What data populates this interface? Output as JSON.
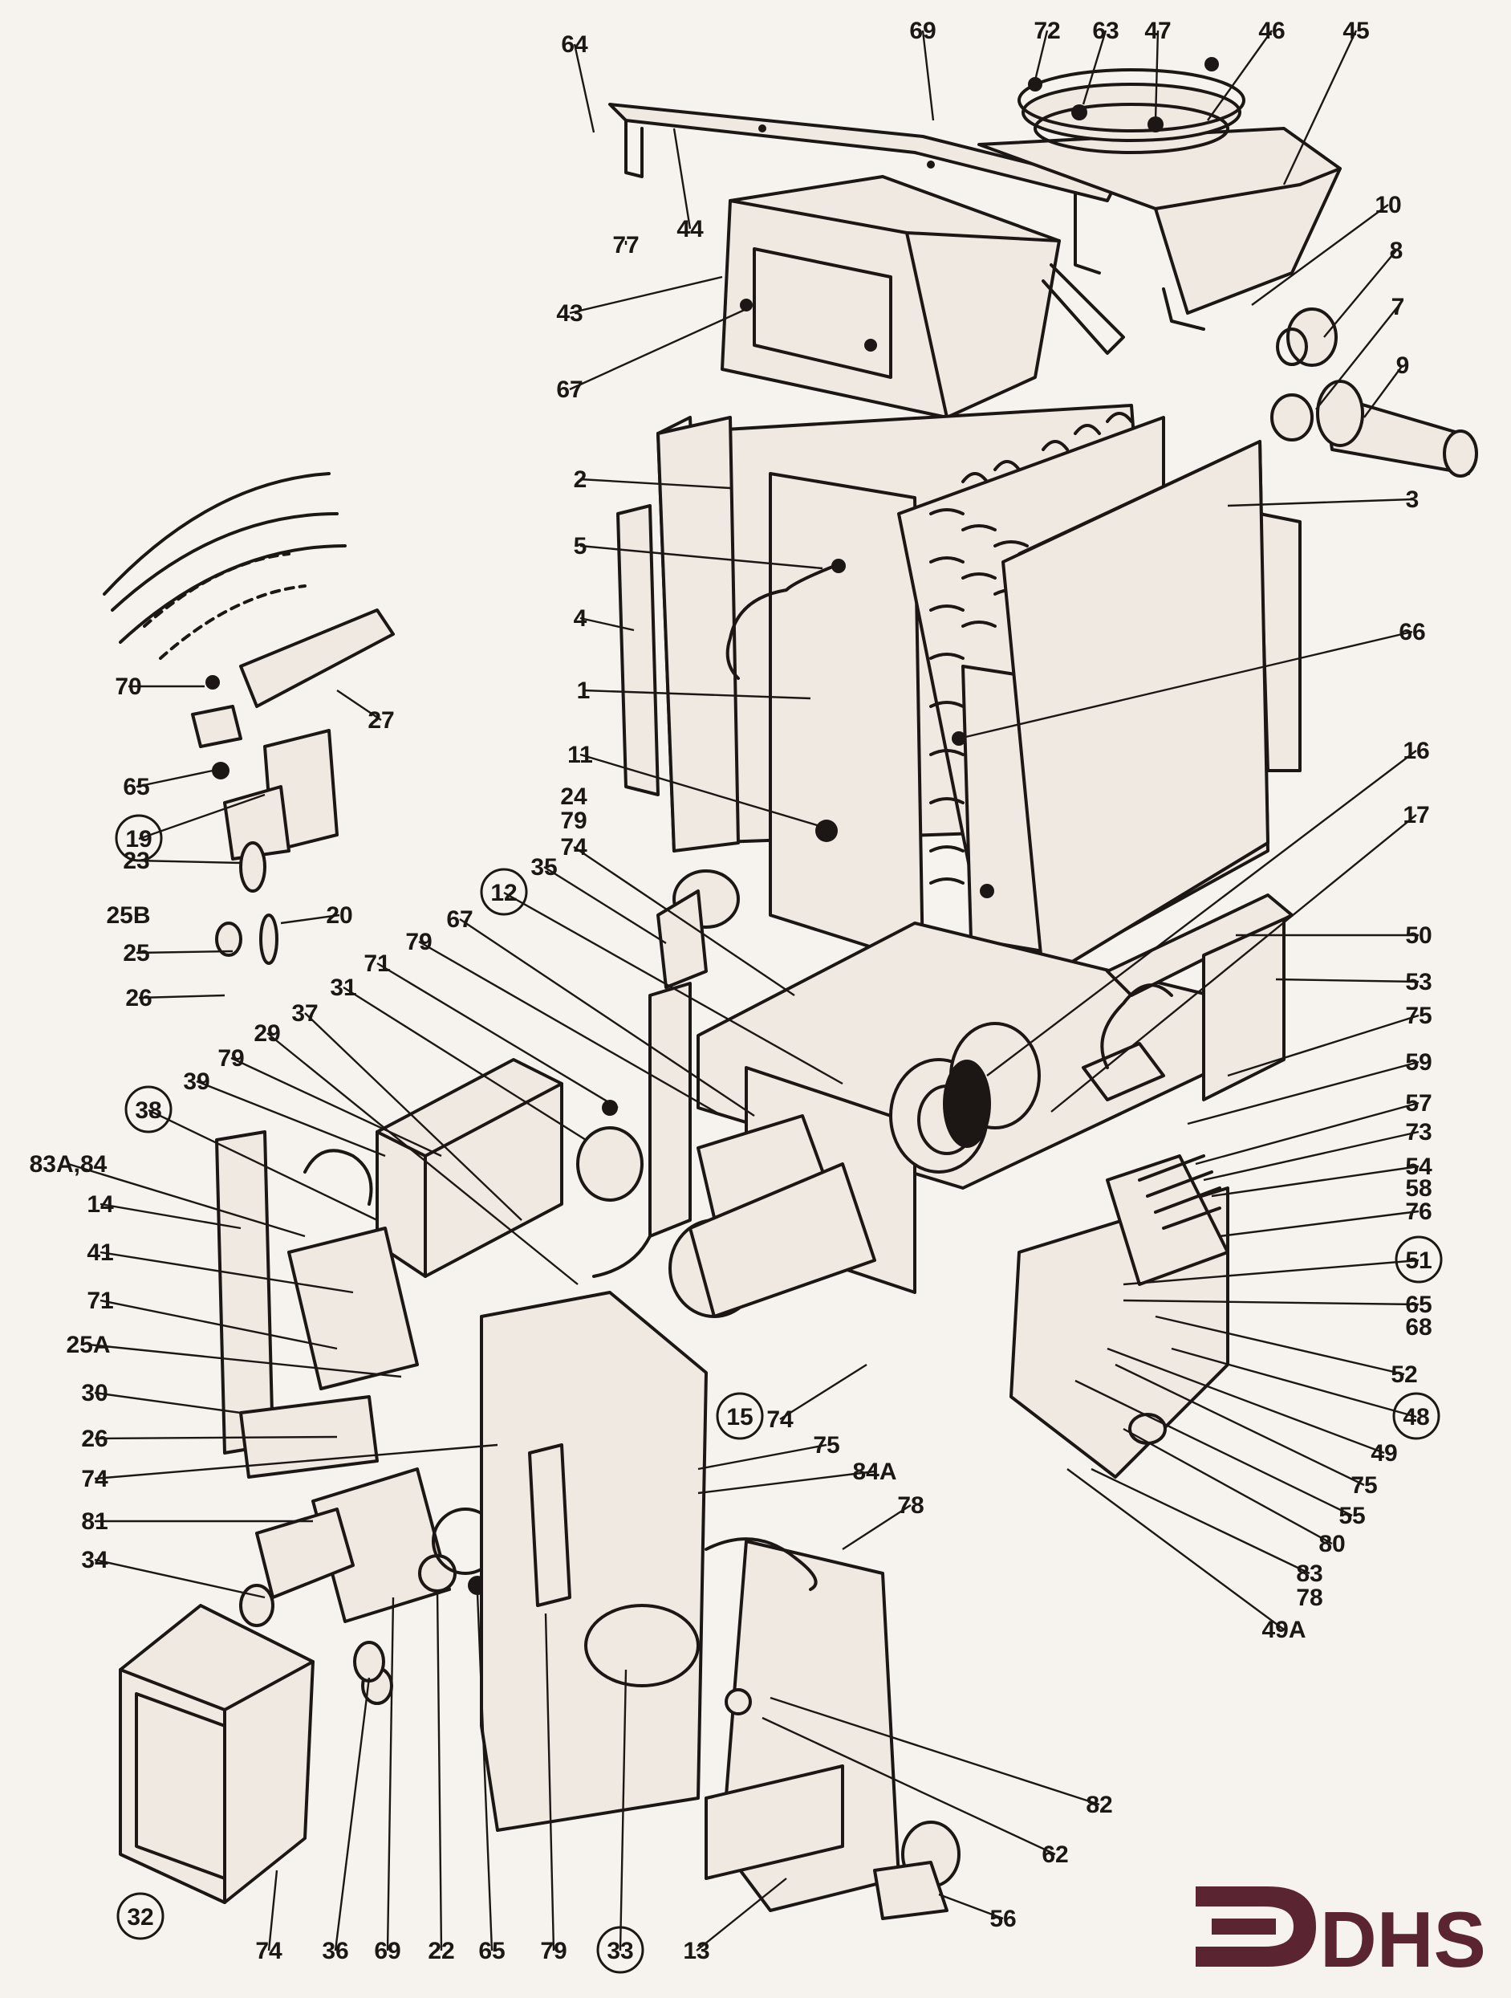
{
  "brand": {
    "name": "DHS",
    "color": "#5a2530"
  },
  "colors": {
    "ink": "#1c1614",
    "paper": "#f6f3ee"
  },
  "callouts": [
    {
      "id": "64",
      "text": "64"
    },
    {
      "id": "69t",
      "text": "69"
    },
    {
      "id": "72",
      "text": "72"
    },
    {
      "id": "63",
      "text": "63"
    },
    {
      "id": "47",
      "text": "47"
    },
    {
      "id": "46",
      "text": "46"
    },
    {
      "id": "45",
      "text": "45"
    },
    {
      "id": "77",
      "text": "77"
    },
    {
      "id": "44",
      "text": "44"
    },
    {
      "id": "43",
      "text": "43"
    },
    {
      "id": "67t",
      "text": "67"
    },
    {
      "id": "10",
      "text": "10"
    },
    {
      "id": "8",
      "text": "8"
    },
    {
      "id": "7",
      "text": "7"
    },
    {
      "id": "9",
      "text": "9"
    },
    {
      "id": "2",
      "text": "2"
    },
    {
      "id": "3",
      "text": "3"
    },
    {
      "id": "5",
      "text": "5"
    },
    {
      "id": "4",
      "text": "4"
    },
    {
      "id": "1",
      "text": "1"
    },
    {
      "id": "66",
      "text": "66"
    },
    {
      "id": "11",
      "text": "11"
    },
    {
      "id": "70",
      "text": "70"
    },
    {
      "id": "27",
      "text": "27"
    },
    {
      "id": "65a",
      "text": "65"
    },
    {
      "id": "19",
      "text": "19",
      "circled": true
    },
    {
      "id": "23",
      "text": "23"
    },
    {
      "id": "25b",
      "text": "25B"
    },
    {
      "id": "20",
      "text": "20"
    },
    {
      "id": "25",
      "text": "25"
    },
    {
      "id": "26a",
      "text": "26"
    },
    {
      "id": "24",
      "text": "24"
    },
    {
      "id": "79a",
      "text": "79"
    },
    {
      "id": "74a",
      "text": "74"
    },
    {
      "id": "35",
      "text": "35"
    },
    {
      "id": "12",
      "text": "12",
      "circled": true
    },
    {
      "id": "67b",
      "text": "67"
    },
    {
      "id": "79b",
      "text": "79"
    },
    {
      "id": "71a",
      "text": "71"
    },
    {
      "id": "31",
      "text": "31"
    },
    {
      "id": "37",
      "text": "37"
    },
    {
      "id": "29",
      "text": "29"
    },
    {
      "id": "79c",
      "text": "79"
    },
    {
      "id": "39",
      "text": "39"
    },
    {
      "id": "38",
      "text": "38",
      "circled": true
    },
    {
      "id": "83a84",
      "text": "83A,84"
    },
    {
      "id": "14",
      "text": "14"
    },
    {
      "id": "41",
      "text": "41"
    },
    {
      "id": "71b",
      "text": "71"
    },
    {
      "id": "25a",
      "text": "25A"
    },
    {
      "id": "30",
      "text": "30"
    },
    {
      "id": "26b",
      "text": "26"
    },
    {
      "id": "74b",
      "text": "74"
    },
    {
      "id": "81",
      "text": "81"
    },
    {
      "id": "34",
      "text": "34"
    },
    {
      "id": "16",
      "text": "16"
    },
    {
      "id": "17",
      "text": "17"
    },
    {
      "id": "50",
      "text": "50"
    },
    {
      "id": "53",
      "text": "53"
    },
    {
      "id": "75a",
      "text": "75"
    },
    {
      "id": "59",
      "text": "59"
    },
    {
      "id": "57",
      "text": "57"
    },
    {
      "id": "73",
      "text": "73"
    },
    {
      "id": "54",
      "text": "54"
    },
    {
      "id": "58",
      "text": "58"
    },
    {
      "id": "76",
      "text": "76"
    },
    {
      "id": "51",
      "text": "51",
      "circled": true
    },
    {
      "id": "65b",
      "text": "65"
    },
    {
      "id": "68",
      "text": "68"
    },
    {
      "id": "52",
      "text": "52"
    },
    {
      "id": "48",
      "text": "48",
      "circled": true
    },
    {
      "id": "49",
      "text": "49"
    },
    {
      "id": "75b",
      "text": "75"
    },
    {
      "id": "55",
      "text": "55"
    },
    {
      "id": "80",
      "text": "80"
    },
    {
      "id": "83",
      "text": "83"
    },
    {
      "id": "78a",
      "text": "78"
    },
    {
      "id": "49a",
      "text": "49A"
    },
    {
      "id": "15",
      "text": "15",
      "circled": true
    },
    {
      "id": "74c",
      "text": "74"
    },
    {
      "id": "75c",
      "text": "75"
    },
    {
      "id": "84a",
      "text": "84A"
    },
    {
      "id": "78b",
      "text": "78"
    },
    {
      "id": "82",
      "text": "82"
    },
    {
      "id": "62",
      "text": "62"
    },
    {
      "id": "56",
      "text": "56"
    },
    {
      "id": "32",
      "text": "32",
      "circled": true
    },
    {
      "id": "74d",
      "text": "74"
    },
    {
      "id": "36",
      "text": "36"
    },
    {
      "id": "69b",
      "text": "69"
    },
    {
      "id": "22",
      "text": "22"
    },
    {
      "id": "65c",
      "text": "65"
    },
    {
      "id": "79d",
      "text": "79"
    },
    {
      "id": "33",
      "text": "33",
      "circled": true
    },
    {
      "id": "13",
      "text": "13"
    }
  ]
}
